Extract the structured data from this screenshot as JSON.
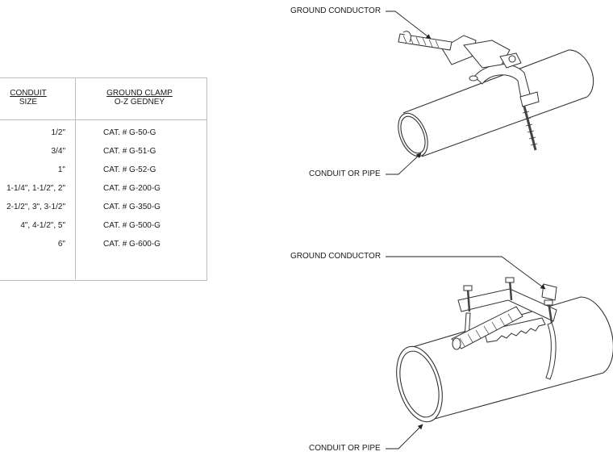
{
  "table": {
    "col1_header_line1": "CONDUIT",
    "col1_header_line2": "SIZE",
    "col2_header_line1": "GROUND CLAMP",
    "col2_header_line2": "O-Z GEDNEY",
    "rows": [
      {
        "size": "1/2\"",
        "cat": "CAT. # G-50-G"
      },
      {
        "size": "3/4\"",
        "cat": "CAT. # G-51-G"
      },
      {
        "size": "1\"",
        "cat": "CAT. # G-52-G"
      },
      {
        "size": "1-1/4\", 1-1/2\", 2\"",
        "cat": "CAT. # G-200-G"
      },
      {
        "size": "2-1/2\", 3\", 3-1/2\"",
        "cat": "CAT. # G-350-G"
      },
      {
        "size": "4\", 4-1/2\", 5\"",
        "cat": "CAT. # G-500-G"
      },
      {
        "size": "6\"",
        "cat": "CAT. # G-600-G"
      }
    ]
  },
  "detail_top": {
    "ground_label": "GROUND CONDUCTOR",
    "pipe_label": "CONDUIT OR PIPE"
  },
  "detail_bottom": {
    "ground_label": "GROUND CONDUCTOR",
    "pipe_label": "CONDUIT OR PIPE"
  }
}
